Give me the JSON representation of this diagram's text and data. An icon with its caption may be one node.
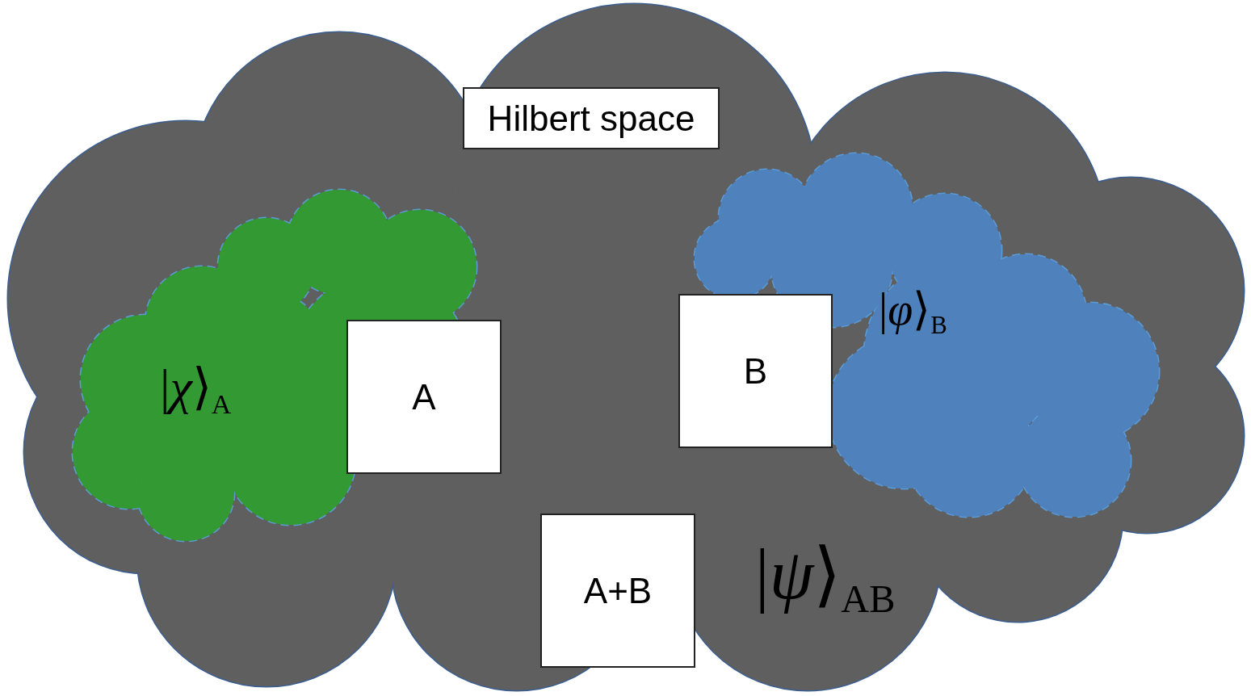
{
  "diagram": {
    "nodes": [
      {
        "text": [
          "|*ψ*⟩$_{AB}$"
        ]
      },
      {
        "text": [
          "Hilbert space"
        ],
        "in": 0
      },
      {
        "text": [
          "|*χ*⟩$_{A}$"
        ],
        "in": 0
      },
      {
        "text": [
          "A"
        ],
        "in": 0
      },
      {
        "text": [
          "|*φ*⟩$_{B}$"
        ],
        "in": 0
      },
      {
        "text": [
          "B"
        ],
        "in": 0
      },
      {
        "text": [
          "A+B"
        ],
        "in": 0
      }
    ]
  }
}
